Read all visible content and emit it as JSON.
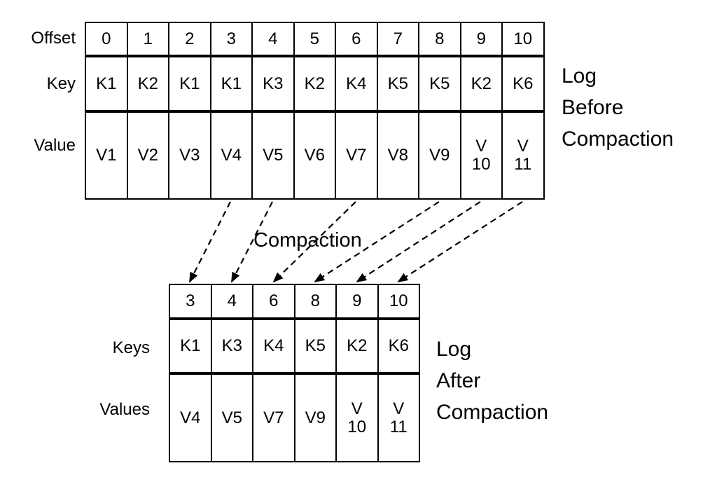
{
  "page": {
    "background_color": "#ffffff",
    "line_color": "#000000"
  },
  "before_table": {
    "side_label": "Log\nBefore\nCompaction",
    "row_labels": {
      "offset": "Offset",
      "key": "Key",
      "value": "Value"
    },
    "offsets": [
      "0",
      "1",
      "2",
      "3",
      "4",
      "5",
      "6",
      "7",
      "8",
      "9",
      "10"
    ],
    "keys": [
      "K1",
      "K2",
      "K1",
      "K1",
      "K3",
      "K2",
      "K4",
      "K5",
      "K5",
      "K2",
      "K6"
    ],
    "values": [
      "V1",
      "V2",
      "V3",
      "V4",
      "V5",
      "V6",
      "V7",
      "V8",
      "V9",
      "V\n10",
      "V\n11"
    ]
  },
  "compaction": {
    "label": "Compaction"
  },
  "after_table": {
    "side_label": "Log\nAfter\nCompaction",
    "row_labels": {
      "keys": "Keys",
      "values": "Values"
    },
    "offsets": [
      "3",
      "4",
      "6",
      "8",
      "9",
      "10"
    ],
    "keys": [
      "K1",
      "K3",
      "K4",
      "K5",
      "K2",
      "K6"
    ],
    "values": [
      "V4",
      "V5",
      "V7",
      "V9",
      "V\n10",
      "V\n11"
    ]
  }
}
